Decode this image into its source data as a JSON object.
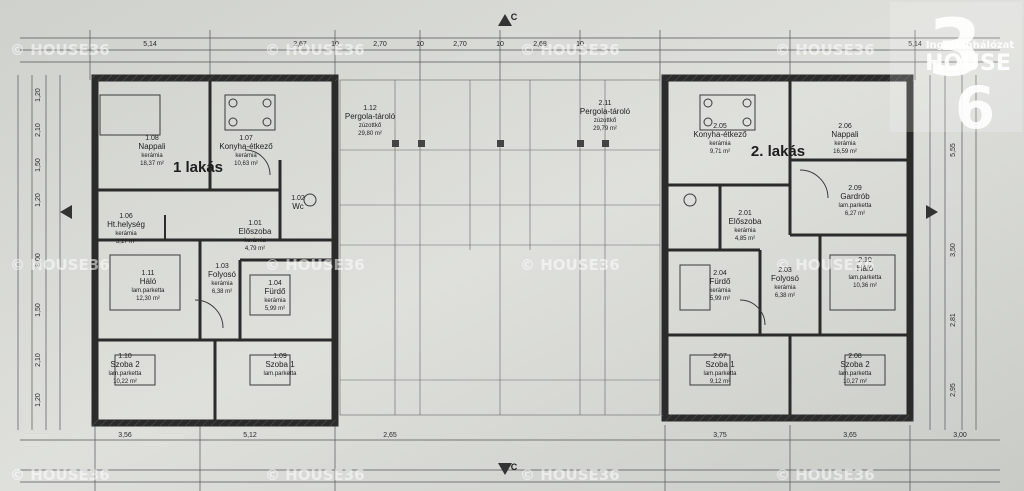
{
  "plan": {
    "unit1_label": "1 lakás",
    "unit2_label": "2. lakás",
    "pergola_center_label": "Pergola-tároló",
    "axis_letter": "C"
  },
  "rooms_left": [
    {
      "num": "1.08",
      "name": "Nappali",
      "floor": "kerámia",
      "area": "18,37 m²"
    },
    {
      "num": "1.07",
      "name": "Konyha-étkező",
      "floor": "kerámia",
      "area": "10,63 m²"
    },
    {
      "num": "1.12",
      "name": "Pergola-tároló",
      "floor": "zúzottkő",
      "area": "29,80 m²"
    },
    {
      "num": "1.06",
      "name": "Ht.helység",
      "floor": "kerámia",
      "area": "3,17 m²"
    },
    {
      "num": "1.01",
      "name": "Előszoba",
      "floor": "kerámia",
      "area": "4,79 m²"
    },
    {
      "num": "1.02",
      "name": "Wc",
      "floor": "",
      "area": ""
    },
    {
      "num": "1.11",
      "name": "Háló",
      "floor": "lam.parketta",
      "area": "12,30 m²"
    },
    {
      "num": "1.03",
      "name": "Folyosó",
      "floor": "kerámia",
      "area": "6,38 m²"
    },
    {
      "num": "1.04",
      "name": "Fürdő",
      "floor": "kerámia",
      "area": "5,99 m²"
    },
    {
      "num": "1.10",
      "name": "Szoba 2",
      "floor": "lam.parketta",
      "area": "10,22 m²"
    },
    {
      "num": "1.09",
      "name": "Szoba 1",
      "floor": "lam.parketta",
      "area": ""
    }
  ],
  "rooms_right": [
    {
      "num": "2.11",
      "name": "Pergola-tároló",
      "floor": "zúzottkő",
      "area": "29,79 m²"
    },
    {
      "num": "2.05",
      "name": "Konyha-étkező",
      "floor": "kerámia",
      "area": "9,71 m²"
    },
    {
      "num": "2.06",
      "name": "Nappali",
      "floor": "kerámia",
      "area": "16,59 m²"
    },
    {
      "num": "2.09",
      "name": "Gardrób",
      "floor": "lam.parketta",
      "area": "6,27 m²"
    },
    {
      "num": "2.01",
      "name": "Előszoba",
      "floor": "kerámia",
      "area": "4,85 m²"
    },
    {
      "num": "2.04",
      "name": "Fürdő",
      "floor": "kerámia",
      "area": "5,99 m²"
    },
    {
      "num": "2.03",
      "name": "Folyosó",
      "floor": "kerámia",
      "area": "6,38 m²"
    },
    {
      "num": "2.10",
      "name": "Háló",
      "floor": "lam.parketta",
      "area": "10,36 m²"
    },
    {
      "num": "2.07",
      "name": "Szoba 1",
      "floor": "lam.parketta",
      "area": "9,12 m²"
    },
    {
      "num": "2.08",
      "name": "Szoba 2",
      "floor": "lam.parketta",
      "area": "10,27 m²"
    }
  ],
  "dimensions_top": [
    "5,14",
    "2,67",
    "10",
    "2,70",
    "10",
    "2,70",
    "10",
    "2,68",
    "10",
    "5,14"
  ],
  "dimensions_bottom": [
    "3,56",
    "5,12",
    "2,65",
    "3,75",
    "3,65",
    "3,00"
  ],
  "dimensions_left": [
    "1,20",
    "2,10",
    "1,50",
    "1,20",
    "3,00",
    "1,50",
    "2,10",
    "1,20"
  ],
  "dimensions_right": [
    "5,55",
    "3,50",
    "2,81",
    "2,95"
  ],
  "watermark": {
    "text": "HOUSE36",
    "copyright": "©"
  },
  "brand": {
    "tagline": "Ingatlanhálózat",
    "name": "HOUSE",
    "number": "36",
    "color": "#ffffff"
  }
}
